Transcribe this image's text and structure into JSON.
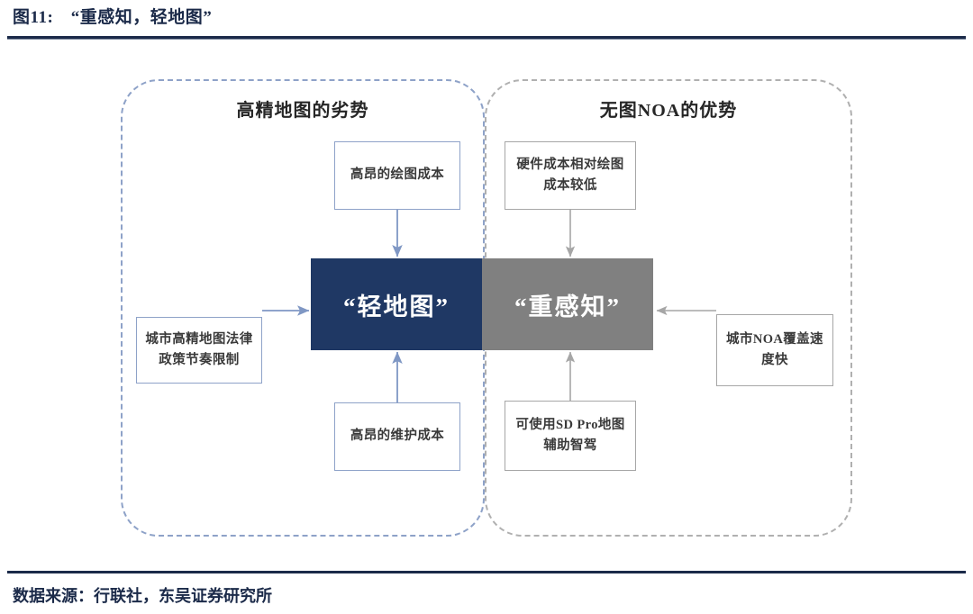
{
  "header": {
    "figure_label": "图11:",
    "figure_title": "“重感知，轻地图”",
    "full_title": "图11:　“重感知，轻地图”"
  },
  "footer": {
    "source": "数据来源：行联社，东吴证券研究所"
  },
  "diagram": {
    "type": "concept-map",
    "groups": [
      {
        "id": "high-precision-map-disadvantages",
        "title": "高精地图的劣势",
        "accent": "#8ea2c8",
        "items": [
          {
            "id": "draw-cost",
            "label": "高昂的绘图成本",
            "position": "top"
          },
          {
            "id": "legal-policy",
            "label": "城市高精地图法律政策节奏限制",
            "position": "left"
          },
          {
            "id": "maintenance-cost",
            "label": "高昂的维护成本",
            "position": "bottom"
          }
        ]
      },
      {
        "id": "mapless-noa-advantages",
        "title": "无图NOA的优势",
        "accent": "#a6a6a6",
        "items": [
          {
            "id": "hardware-cost",
            "label": "硬件成本相对绘图成本较低",
            "position": "top"
          },
          {
            "id": "noa-coverage-speed",
            "label": "城市NOA覆盖速度快",
            "position": "right"
          },
          {
            "id": "sd-pro-map",
            "label": "可使用SD Pro地图辅助智驾",
            "position": "bottom"
          }
        ]
      }
    ],
    "center": {
      "left_label": "“轻地图”",
      "left_color": "#1f3864",
      "right_label": "“重感知”",
      "right_color": "#808080"
    },
    "arrows": [
      {
        "from": "draw-cost",
        "to": "center-light-map",
        "direction": "down",
        "color": "#7f97c4"
      },
      {
        "from": "legal-policy",
        "to": "center-light-map",
        "direction": "right",
        "color": "#7f97c4"
      },
      {
        "from": "maintenance-cost",
        "to": "center-light-map",
        "direction": "up",
        "color": "#7f97c4"
      },
      {
        "from": "hardware-cost",
        "to": "center-heavy-perception",
        "direction": "down",
        "color": "#a6a6a6"
      },
      {
        "from": "noa-coverage-speed",
        "to": "center-heavy-perception",
        "direction": "left",
        "color": "#a6a6a6"
      },
      {
        "from": "sd-pro-map",
        "to": "center-heavy-perception",
        "direction": "up",
        "color": "#a6a6a6"
      }
    ]
  }
}
